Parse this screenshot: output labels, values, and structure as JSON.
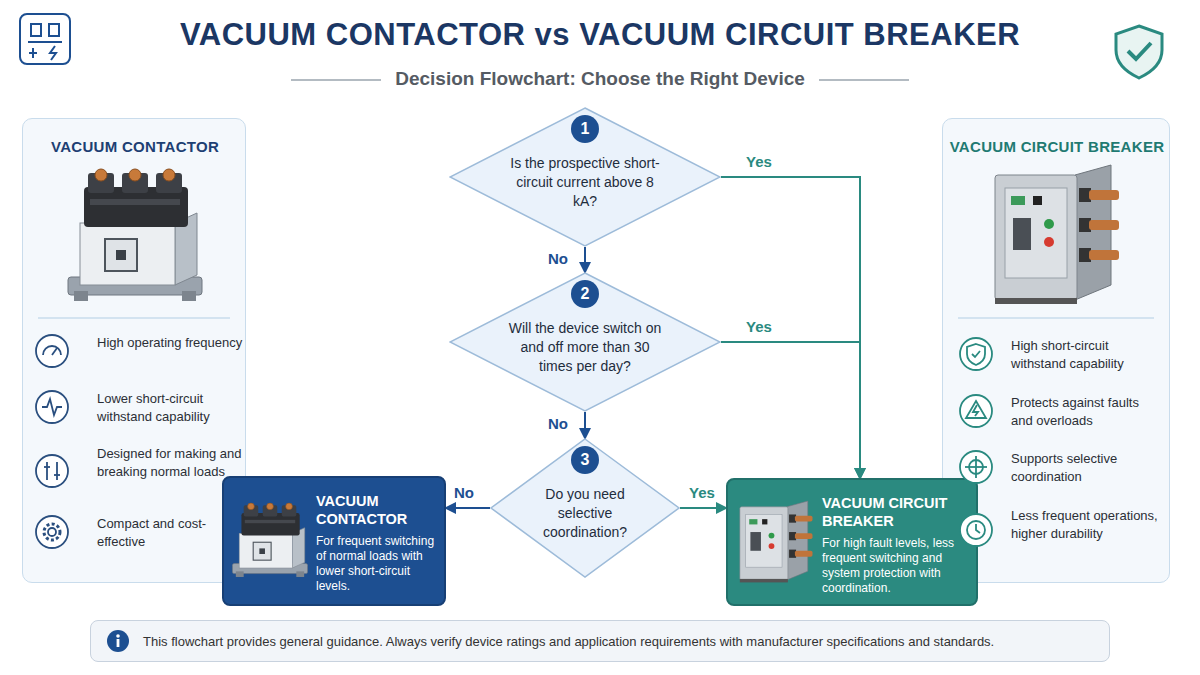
{
  "diagram": {
    "title": "VACUUM CONTACTOR vs VACUUM CIRCUIT BREAKER",
    "nodes": [
      {
        "text": [
          "VACUUM CONTACTOR",
          "High operating frequency",
          "Lower short-circuit withstand capability",
          "Designed for making and breaking normal loads",
          "Compact and cost-effective"
        ]
      },
      {
        "text": [
          "VACUUM CIRCUIT BREAKER",
          "High short-circuit withstand capability",
          "Protects against faults and overloads",
          "Supports selective coordination",
          "Less frequent operations, higher durability"
        ]
      },
      {
        "text": [
          "1",
          "Is the prospective short-circuit current above 8 kA?"
        ]
      },
      {
        "text": [
          "2",
          "Will the device switch on and off more than 30 times per day?"
        ]
      },
      {
        "text": [
          "3",
          "Do you need selective coordination?"
        ]
      },
      {
        "text": [
          "VACUUM CONTACTOR",
          "For frequent switching of normal loads with lower short-circuit levels."
        ]
      },
      {
        "text": [
          "VACUUM CIRCUIT BREAKER",
          "For high fault levels, less frequent switching and system protection with coordination."
        ]
      },
      {
        "text": [
          "This flowchart provides general guidance. Always verify device ratings and application requirements with manufacturer specifications and standards."
        ]
      }
    ],
    "edges": [
      {
        "from": 2,
        "to": 3,
        "arrow": "to",
        "label": "No"
      },
      {
        "from": 2,
        "to": 6,
        "arrow": "to",
        "label": "Yes"
      },
      {
        "from": 3,
        "to": 4,
        "arrow": "to",
        "label": "No"
      },
      {
        "from": 3,
        "to": 6,
        "arrow": "to",
        "label": "Yes"
      },
      {
        "from": 4,
        "to": 5,
        "arrow": "to",
        "label": "No"
      },
      {
        "from": 4,
        "to": 6,
        "arrow": "to",
        "label": "Yes"
      }
    ],
    "labels": [
      "Decision Flowchart: Choose the Right Device"
    ]
  }
}
